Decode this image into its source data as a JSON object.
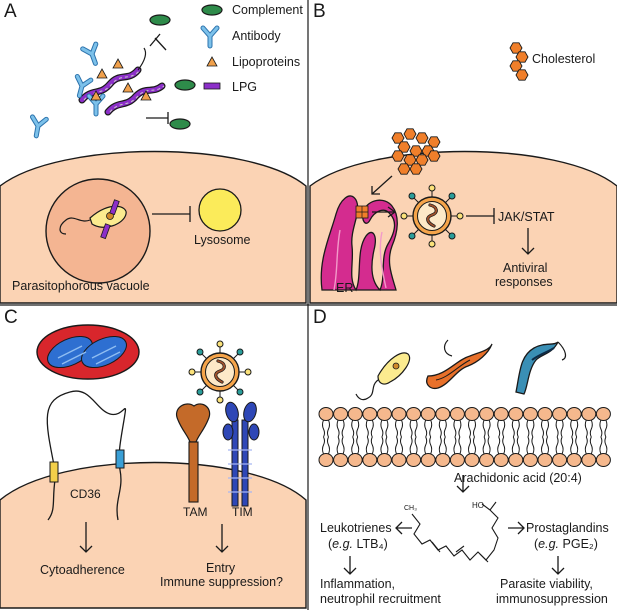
{
  "panels": {
    "a": {
      "letter": "A",
      "legend": [
        "Complement",
        "Antibody",
        "Lipoproteins",
        "LPG"
      ],
      "vacuole_label": "Parasitophorous vacuole",
      "lysosome_label": "Lysosome"
    },
    "b": {
      "letter": "B",
      "cholesterol_label": "Cholesterol",
      "jakstat_label": "JAK/STAT",
      "antiviral_line1": "Antiviral",
      "antiviral_line2": "responses",
      "er_label": "ER"
    },
    "c": {
      "letter": "C",
      "cd36_label": "CD36",
      "tam_label": "TAM",
      "tim_label": "TIM",
      "cytoadherence_label": "Cytoadherence",
      "entry_label": "Entry",
      "immune_label": "Immune suppression?"
    },
    "d": {
      "letter": "D",
      "arachidonic_label": "Arachidonic acid (20:4)",
      "molecule_ch3": "CH₃",
      "molecule_cooh": "HO",
      "leuko_line1": "Leukotrienes",
      "leuko_eg": "e.g.",
      "leuko_name": "LTB₄",
      "prosta_line1": "Prostaglandins",
      "prosta_eg": "e.g.",
      "prosta_name": "PGE₂",
      "inflam_line1": "Inflammation,",
      "inflam_line2": "neutrophil recruitment",
      "parasite_line1": "Parasite viability,",
      "parasite_line2": "immunosuppression"
    }
  },
  "colors": {
    "cell": "#fbd3b4",
    "vacuole": "#f4b592",
    "complement": "#2e8b4a",
    "antibody": "#5aa7d8",
    "lipoprotein": "#f0a04b",
    "lpg": "#8c2fc9",
    "lysosome": "#fbeb5a",
    "cholesterol": "#f07f2a",
    "er": "#d42c8f",
    "virus": "#f5a44a",
    "tam": "#c46a29",
    "tim": "#2e47b6",
    "membrane_head": "#f5b88d"
  }
}
